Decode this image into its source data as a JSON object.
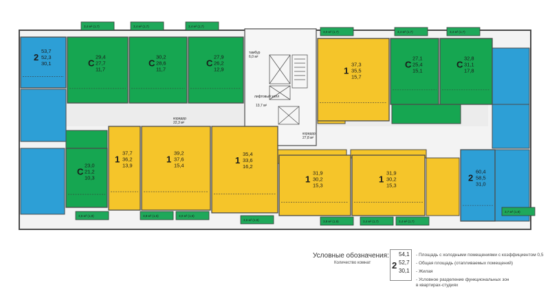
{
  "colors": {
    "one_room": "#f5c52a",
    "two_room": "#2d9fd6",
    "studio": "#16a651",
    "balcony": "#1fa85a",
    "wall": "#4a4a4a",
    "floor": "#f2f2f2"
  },
  "apartments": [
    {
      "id": "a1",
      "rooms": "2",
      "type": "two_room",
      "values": [
        "53,7",
        "52,3",
        "30,1"
      ]
    },
    {
      "id": "a2",
      "rooms": "С",
      "type": "studio",
      "values": [
        "29,4",
        "27,7",
        "11,7"
      ]
    },
    {
      "id": "a3",
      "rooms": "С",
      "type": "studio",
      "values": [
        "30,2",
        "28,6",
        "11,7"
      ]
    },
    {
      "id": "a4",
      "rooms": "С",
      "type": "studio",
      "values": [
        "27,9",
        "26,2",
        "12,9"
      ]
    },
    {
      "id": "a5",
      "rooms": "1",
      "type": "one_room",
      "values": [
        "37,3",
        "35,5",
        "15,7"
      ]
    },
    {
      "id": "a6",
      "rooms": "С",
      "type": "studio",
      "values": [
        "27,1",
        "25,4",
        "15,1"
      ]
    },
    {
      "id": "a7",
      "rooms": "С",
      "type": "studio",
      "values": [
        "32,8",
        "31,1",
        "17,8"
      ]
    },
    {
      "id": "a8",
      "rooms": "С",
      "type": "studio",
      "values": [
        "23,0",
        "21,2",
        "10,3"
      ]
    },
    {
      "id": "a9",
      "rooms": "1",
      "type": "one_room",
      "values": [
        "37,7",
        "36,2",
        "13,9"
      ]
    },
    {
      "id": "a10",
      "rooms": "1",
      "type": "one_room",
      "values": [
        "39,2",
        "37,6",
        "15,4"
      ]
    },
    {
      "id": "a11",
      "rooms": "1",
      "type": "one_room",
      "values": [
        "35,4",
        "33,6",
        "16,2"
      ]
    },
    {
      "id": "a12",
      "rooms": "1",
      "type": "one_room",
      "values": [
        "31,9",
        "30,2",
        "15,3"
      ]
    },
    {
      "id": "a13",
      "rooms": "1",
      "type": "one_room",
      "values": [
        "31,9",
        "30,2",
        "15,3"
      ]
    },
    {
      "id": "a14",
      "rooms": "2",
      "type": "two_room",
      "values": [
        "60,4",
        "58,5",
        "31,0"
      ]
    }
  ],
  "common_areas": [
    {
      "id": "tambur",
      "name": "тамбур",
      "area": "6,0 м²"
    },
    {
      "id": "corridor1",
      "name": "коридор",
      "area": "22,3 м²"
    },
    {
      "id": "lift_hall",
      "name": "лифтовый холл",
      "area": "13,7 м²"
    },
    {
      "id": "corridor2",
      "name": "коридор",
      "area": "27,8 м²"
    }
  ],
  "balconies": [
    "3,4 м² (1,7)",
    "3,4 м² (1,7)",
    "3,4 м² (1,7)",
    "3,0 м² (1,7)",
    "3,4 м² (1,7)",
    "3,4 м² (1,7)",
    "3,8 м² (1,5)",
    "3,0 м² (1,5)",
    "3,6 м² (1,8)",
    "3,4 м² (1,7)",
    "3,4 м² (1,7)",
    "3,7 м² (1,8)",
    "3,6 м² (1,8)",
    "3,8 м² (1,9)"
  ],
  "legend": {
    "title": "Условные обозначения:",
    "count_label": "Количество комнат",
    "rooms": "2",
    "values": [
      "54,1",
      "52,7",
      "30,1"
    ],
    "descriptions": [
      "- Площадь с холодными помещениями с коэффициентом 0,5",
      "- Общая площадь (отапливаемых помещений)",
      "- Жилая",
      "- Условное разделение функциональных зон",
      "в квартирах-студиях"
    ]
  }
}
